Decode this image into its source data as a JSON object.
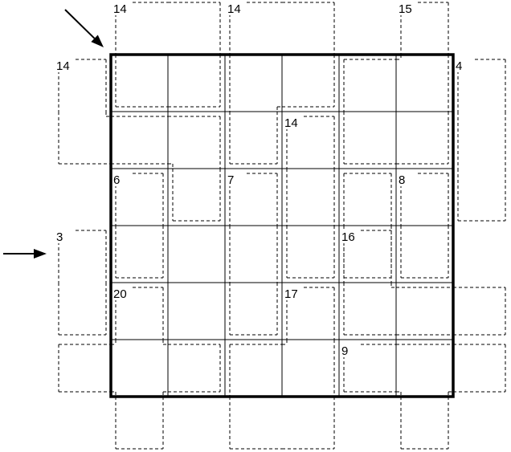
{
  "puzzle": {
    "type": "killer-sudoku-with-outside-cages",
    "grid_rows": 6,
    "grid_cols": 6,
    "colors": {
      "grid": "#000000",
      "cage": "#000000",
      "background": "#ffffff"
    },
    "cages": [
      {
        "sum": "14",
        "cells": [
          [
            -1,
            0
          ],
          [
            0,
            0
          ],
          [
            0,
            1
          ],
          [
            -1,
            1
          ]
        ]
      },
      {
        "sum": "14",
        "cells": [
          [
            -1,
            2
          ],
          [
            -1,
            3
          ],
          [
            0,
            3
          ],
          [
            0,
            2
          ],
          [
            1,
            2
          ]
        ]
      },
      {
        "sum": "15",
        "cells": [
          [
            -1,
            5
          ],
          [
            0,
            5
          ],
          [
            0,
            4
          ],
          [
            1,
            4
          ],
          [
            1,
            5
          ]
        ]
      },
      {
        "sum": "14",
        "cells": [
          [
            1,
            -1
          ],
          [
            1,
            0
          ],
          [
            1,
            1
          ],
          [
            2,
            1
          ],
          [
            0,
            -1
          ]
        ]
      },
      {
        "sum": "14",
        "cells": [
          [
            1,
            3
          ],
          [
            2,
            3
          ],
          [
            3,
            3
          ]
        ]
      },
      {
        "sum": "4",
        "cells": [
          [
            1,
            6
          ],
          [
            2,
            6
          ],
          [
            0,
            6
          ]
        ]
      },
      {
        "sum": "6",
        "cells": [
          [
            2,
            0
          ],
          [
            3,
            0
          ]
        ]
      },
      {
        "sum": "7",
        "cells": [
          [
            2,
            2
          ],
          [
            3,
            2
          ],
          [
            2,
            4
          ],
          [
            3,
            4
          ],
          [
            4,
            2
          ]
        ]
      },
      {
        "sum": "8",
        "cells": [
          [
            2,
            5
          ],
          [
            3,
            5
          ]
        ]
      },
      {
        "sum": "3",
        "cells": [
          [
            3,
            -1
          ],
          [
            4,
            -1
          ]
        ]
      },
      {
        "sum": "16",
        "cells": [
          [
            3,
            4
          ],
          [
            4,
            4
          ],
          [
            4,
            5
          ],
          [
            4,
            6
          ]
        ]
      },
      {
        "sum": "20",
        "cells": [
          [
            4,
            0
          ],
          [
            5,
            0
          ],
          [
            5,
            1
          ],
          [
            6,
            0
          ],
          [
            5,
            -1
          ]
        ]
      },
      {
        "sum": "17",
        "cells": [
          [
            4,
            3
          ],
          [
            5,
            3
          ],
          [
            5,
            2
          ],
          [
            6,
            2
          ],
          [
            6,
            3
          ]
        ]
      },
      {
        "sum": "9",
        "cells": [
          [
            5,
            4
          ],
          [
            5,
            5
          ],
          [
            5,
            6
          ],
          [
            6,
            5
          ]
        ]
      }
    ],
    "arrows": [
      {
        "direction": "down-right",
        "label": ""
      },
      {
        "direction": "right",
        "label": ""
      }
    ]
  }
}
